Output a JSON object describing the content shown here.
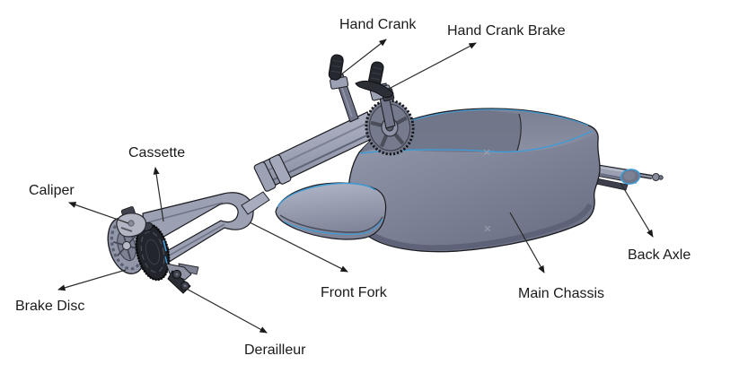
{
  "diagram": {
    "background_color": "#ffffff",
    "text_color": "#1a1a1a",
    "leader_line_color": "#2b2b2b",
    "edge_highlight_color": "#3f9bd5",
    "body_color": "#868ca0",
    "labels": [
      {
        "id": "hand-crank",
        "text": "Hand Crank"
      },
      {
        "id": "hand-crank-brake",
        "text": "Hand Crank Brake"
      },
      {
        "id": "cassette",
        "text": "Cassette"
      },
      {
        "id": "caliper",
        "text": "Caliper"
      },
      {
        "id": "brake-disc",
        "text": "Brake Disc"
      },
      {
        "id": "derailleur",
        "text": "Derailleur"
      },
      {
        "id": "front-fork",
        "text": "Front Fork"
      },
      {
        "id": "main-chassis",
        "text": "Main Chassis"
      },
      {
        "id": "back-axle",
        "text": "Back Axle"
      }
    ]
  }
}
